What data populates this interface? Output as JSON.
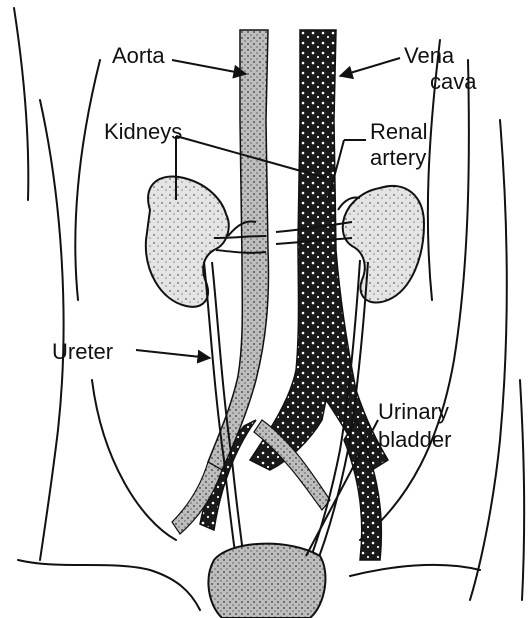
{
  "diagram": {
    "labels": {
      "aorta": "Aorta",
      "vena_cava_1": "Vena",
      "vena_cava_2": "cava",
      "kidneys": "Kidneys",
      "renal_artery_1": "Renal",
      "renal_artery_2": "artery",
      "ureter": "Ureter",
      "urinary_bladder_1": "Urinary",
      "urinary_bladder_2": "bladder"
    },
    "colors": {
      "ink": "#111111",
      "vessel_dark": "#1a1a1a",
      "tissue_gray": "#9a9a9a",
      "paper": "#ffffff"
    }
  }
}
